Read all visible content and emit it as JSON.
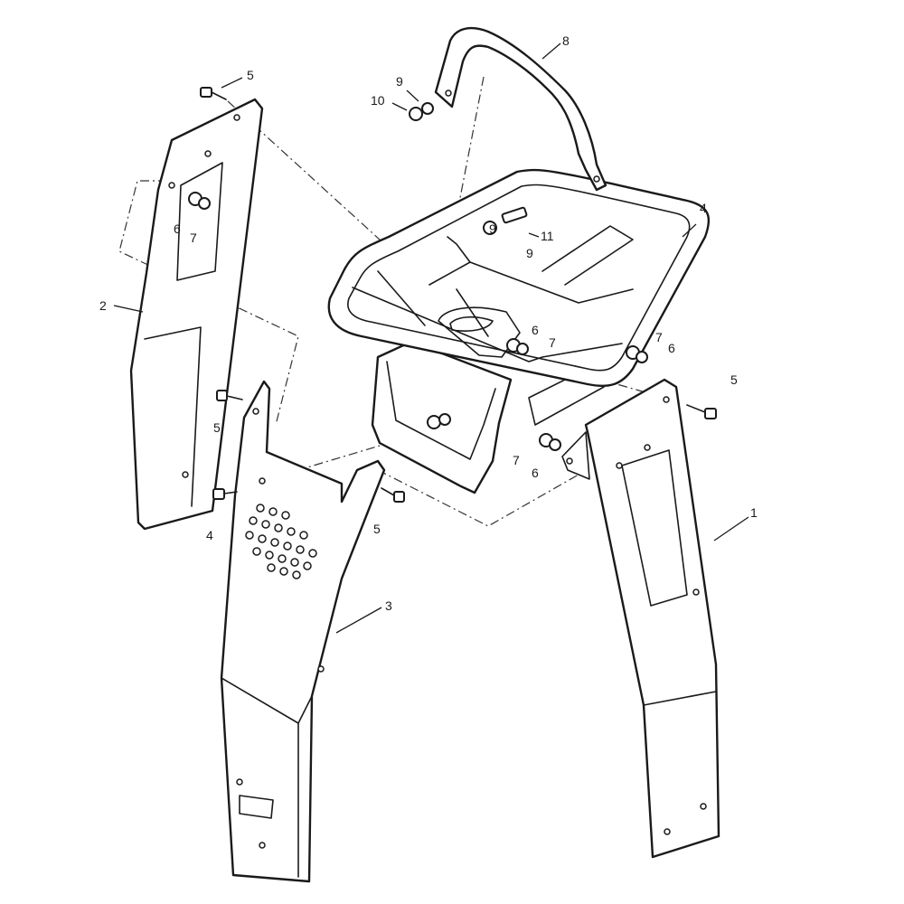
{
  "callouts": {
    "c1": "1",
    "c2": "2",
    "c3": "3",
    "c4a": "4",
    "c4b": "4",
    "c5a": "5",
    "c5b": "5",
    "c5c": "5",
    "c5d": "5",
    "c6a": "6",
    "c6b": "6",
    "c6c": "6",
    "c6d": "6",
    "c7a": "7",
    "c7b": "7",
    "c7c": "7",
    "c7d": "7",
    "c8": "8",
    "c9a": "9",
    "c9b": "9",
    "c9c": "9",
    "c10": "10",
    "c11": "11"
  },
  "colors": {
    "line": "#1a1a1a",
    "background": "#ffffff"
  }
}
